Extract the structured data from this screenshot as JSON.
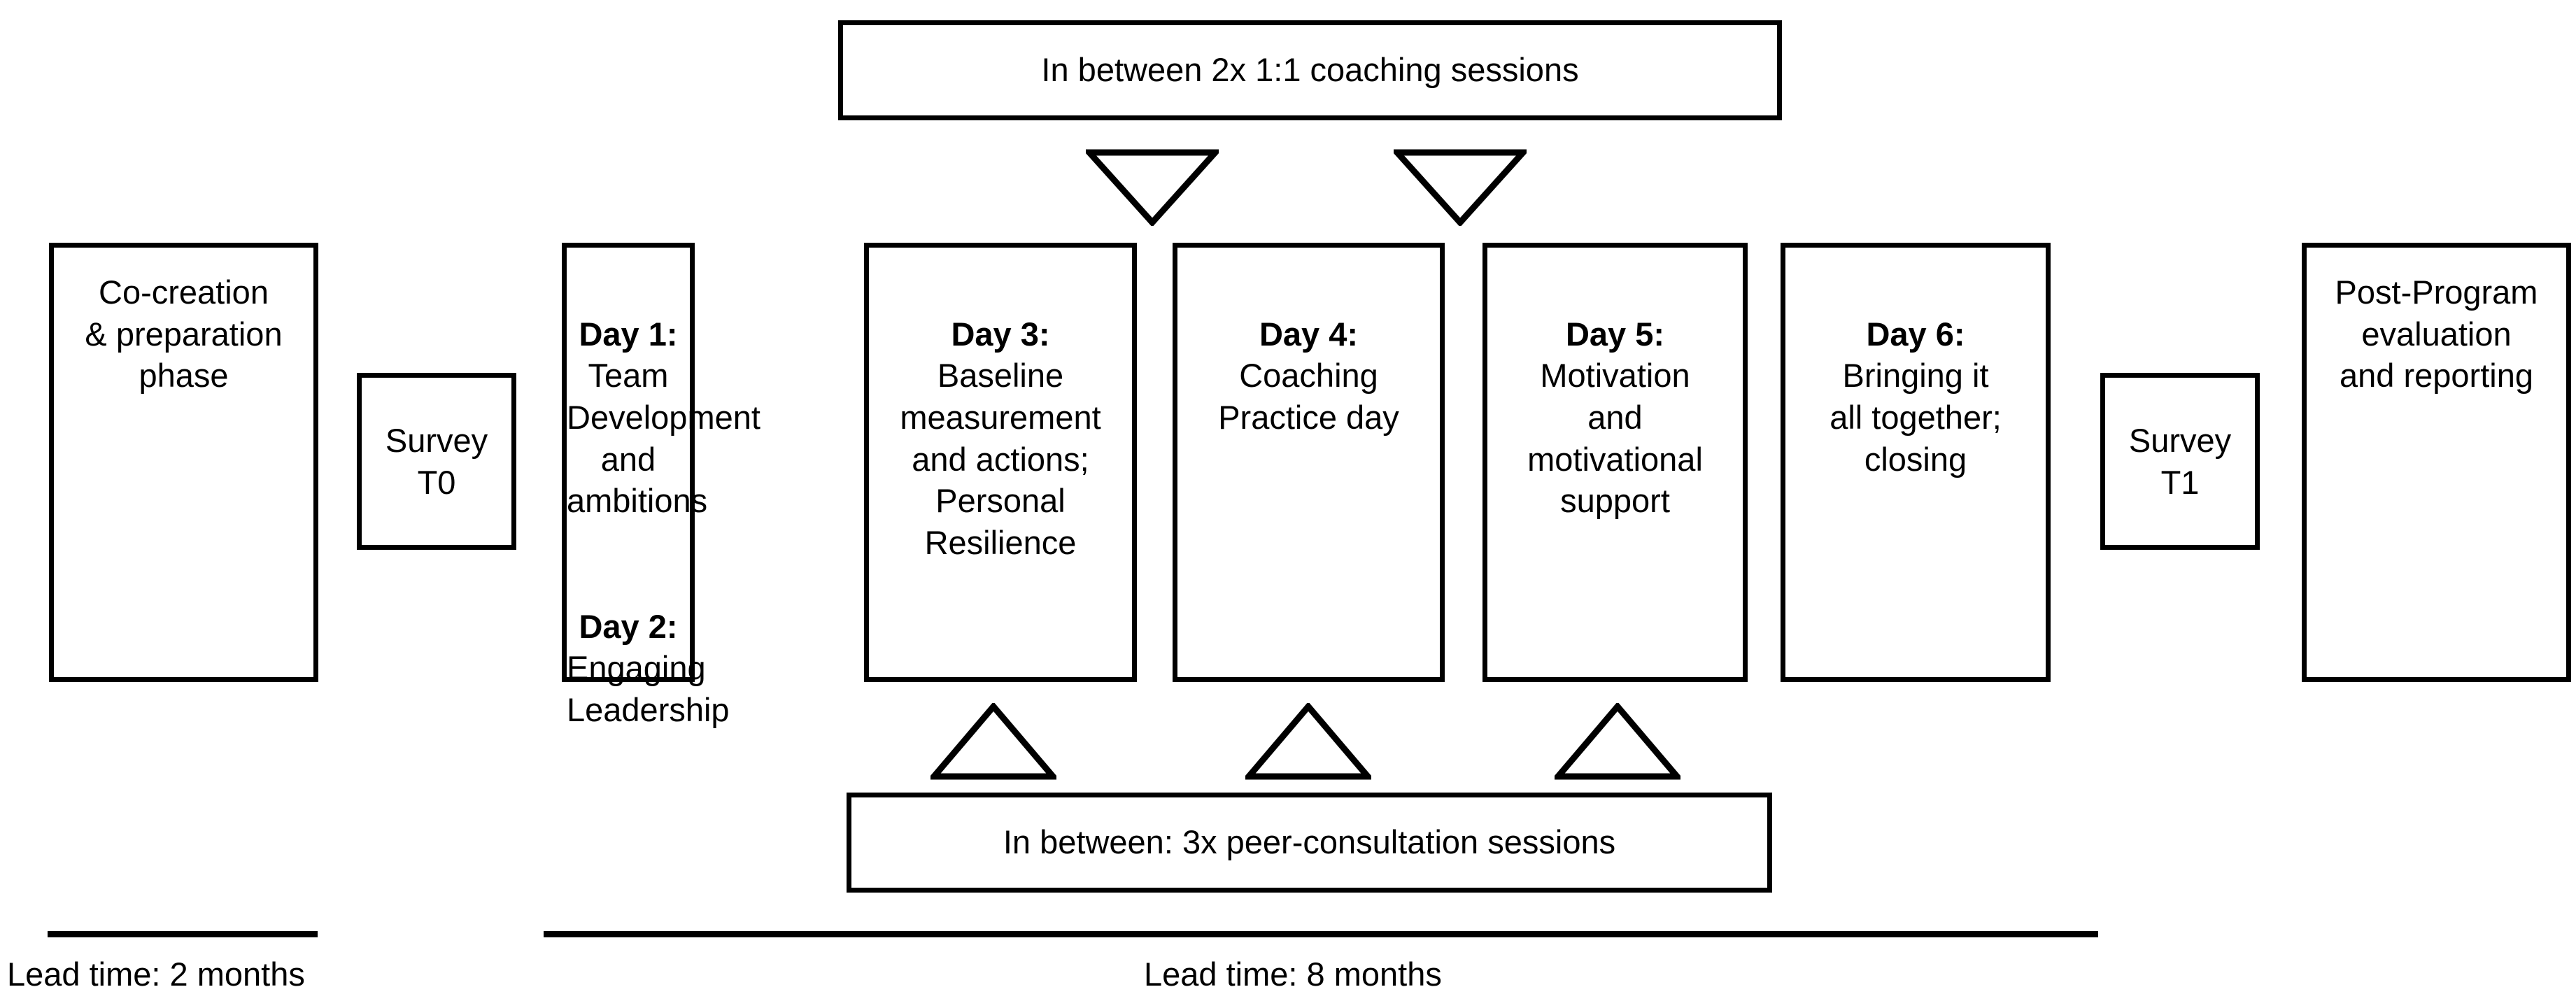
{
  "diagram": {
    "title": "Program timeline overview",
    "background_color": "#ffffff",
    "line_color": "#000000"
  },
  "top_banner": {
    "label": "In between 2x 1:1 coaching sessions",
    "connector_count": 2,
    "connector_direction": "down",
    "connector_icon": "triangle-down-icon"
  },
  "bottom_banner": {
    "label": "In between: 3x peer-consultation sessions",
    "connector_count": 3,
    "connector_direction": "up",
    "connector_icon": "triangle-up-icon"
  },
  "phases": [
    {
      "id": "co-creation",
      "heading": "",
      "body": "Co-creation\n& preparation\nphase",
      "kind": "phase-box"
    },
    {
      "id": "survey-t0",
      "heading": "",
      "body": "Survey\nT0",
      "kind": "survey-box"
    },
    {
      "id": "day-1-2",
      "heading": "Day 1:",
      "body": "Team\nDevelopment\nand ambitions",
      "heading2": "Day 2:",
      "body2": "Engaging\nLeadership",
      "kind": "day-box"
    },
    {
      "id": "day-3",
      "heading": "Day 3:",
      "body": "Baseline\nmeasurement\nand actions;\nPersonal\nResilience",
      "kind": "day-box"
    },
    {
      "id": "day-4",
      "heading": "Day 4:",
      "body": "Coaching\nPractice day",
      "kind": "day-box"
    },
    {
      "id": "day-5",
      "heading": "Day 5:",
      "body": "Motivation\nand\nmotivational\nsupport",
      "kind": "day-box"
    },
    {
      "id": "day-6",
      "heading": "Day 6:",
      "body": "Bringing it\nall together;\nclosing",
      "kind": "day-box"
    },
    {
      "id": "survey-t1",
      "heading": "",
      "body": "Survey\nT1",
      "kind": "survey-box"
    },
    {
      "id": "post-program",
      "heading": "",
      "body": "Post-Program\nevaluation\nand reporting",
      "kind": "phase-box"
    }
  ],
  "lead_times": [
    {
      "id": "lead-time-preparation",
      "label": "Lead time: 2 months"
    },
    {
      "id": "lead-time-program",
      "label": "Lead time: 8 months"
    }
  ]
}
